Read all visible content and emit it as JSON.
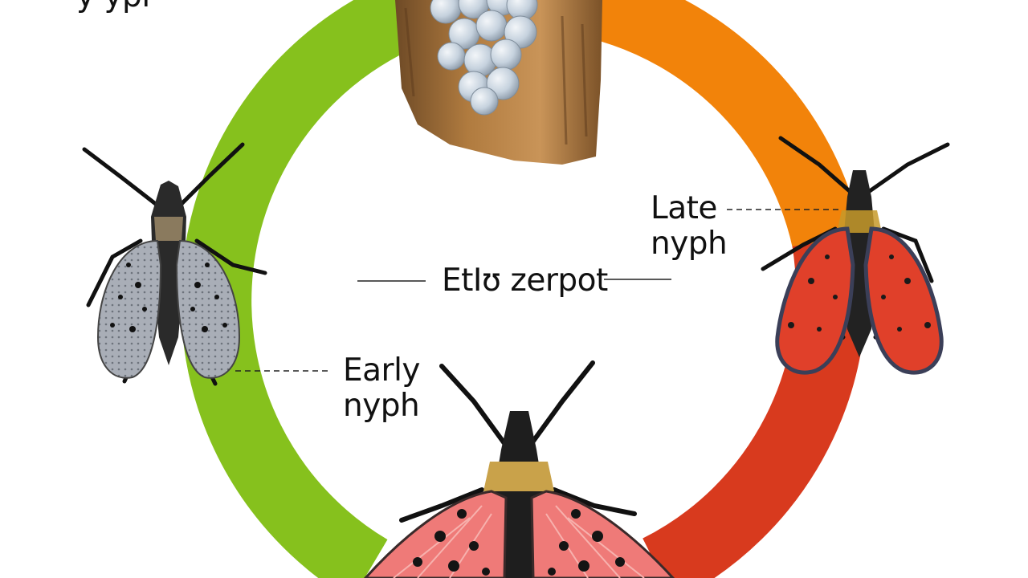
{
  "labels": {
    "top_left": "y  ypi",
    "late_line1": "Late",
    "late_line2": "nyph",
    "center": "EtIʊ zerpot",
    "early_line1": "Early",
    "early_line2": "nyph"
  },
  "colors": {
    "ring_green": "#86c11d",
    "ring_orange": "#f2830a",
    "ring_red": "#d83a1e",
    "bark": "#a8743c",
    "egg": "#c7d4e0",
    "adult_wing_pink": "#ef7a78",
    "late_nymph_red": "#e0402a",
    "early_nymph_gray": "#9aa1ab"
  },
  "icons": [
    "egg-mass-image",
    "adult-insect-image",
    "late-nymph-image",
    "adult-spotted-image"
  ]
}
